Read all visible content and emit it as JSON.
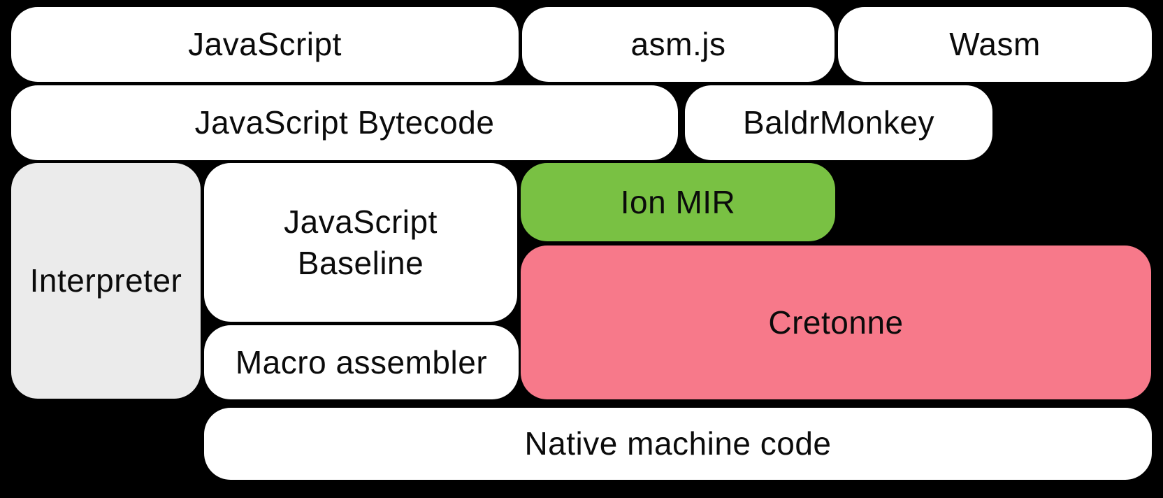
{
  "diagram": {
    "description": "Compiler pipeline block diagram",
    "colors": {
      "background": "#000000",
      "box_default": "#ffffff",
      "interpreter_box": "#ebebeb",
      "ion_mir_box": "#79c143",
      "cretonne_box": "#f7798a",
      "text": "#0b0b0b"
    },
    "boxes": {
      "javascript": {
        "label": "JavaScript"
      },
      "asmjs": {
        "label": "asm.js"
      },
      "wasm": {
        "label": "Wasm"
      },
      "javascript_bytecode": {
        "label": "JavaScript Bytecode"
      },
      "baldrmonkey": {
        "label": "BaldrMonkey"
      },
      "interpreter": {
        "label": "Interpreter"
      },
      "javascript_baseline": {
        "label": "JavaScript Baseline",
        "lines": {
          "0": "JavaScript",
          "1": "Baseline"
        }
      },
      "ion_mir": {
        "label": "Ion MIR"
      },
      "cretonne": {
        "label": "Cretonne"
      },
      "macro_assembler": {
        "label": "Macro assembler"
      },
      "native_machine_code": {
        "label": "Native machine code"
      }
    }
  }
}
